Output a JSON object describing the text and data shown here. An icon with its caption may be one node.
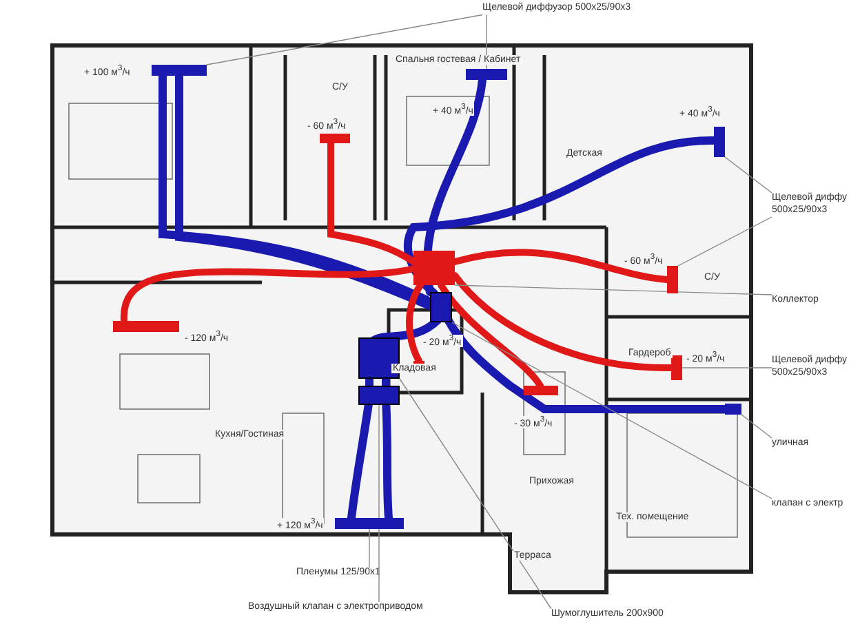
{
  "diagram": {
    "nodes": [
      {
        "text": [
          "Щелевой диффузор 500x25/90x3"
        ]
      },
      {
        "text": [
          "Щелевой диффу 500x25/90x3"
        ]
      },
      {
        "text": [
          "Коллектор"
        ]
      },
      {
        "text": [
          "Щелевой диффу 500x25/90x3"
        ]
      },
      {
        "text": [
          "уличная"
        ]
      },
      {
        "text": [
          "клапан с электр"
        ]
      },
      {
        "text": [
          "Шумоглушитель 200x900"
        ]
      },
      {
        "text": [
          "Воздушный клапан с электроприводом"
        ]
      },
      {
        "text": [
          "Пленумы 125/90x1"
        ]
      },
      {
        "text": [],
        "shape": "bar",
        "beside": [
          "+ 100 м$^{3}$/ч"
        ]
      },
      {
        "text": [],
        "shape": "bar",
        "beside": [
          "+ 40 м$^{3}$/ч"
        ]
      },
      {
        "text": [],
        "shape": "bar",
        "beside": [
          "+ 40 м$^{3}$/ч"
        ]
      },
      {
        "text": [],
        "shape": "bar",
        "beside": [
          "- 60 м$^{3}$/ч"
        ]
      },
      {
        "text": [],
        "shape": "bar"
      },
      {
        "text": [],
        "shape": "bar",
        "beside": [
          "- 20 м$^{3}$/ч"
        ]
      },
      {
        "text": [],
        "shape": "bar"
      },
      {
        "text": [],
        "shape": "box"
      },
      {
        "text": [],
        "shape": "box"
      },
      {
        "text": [],
        "shape": "box"
      },
      {
        "text": [],
        "shape": "bar",
        "beside": [
          "+ 120 м$^{3}$/ч"
        ]
      }
    ],
    "edges": [
      {
        "from": 0,
        "to": 10,
        "arrow": "none"
      },
      {
        "from": 0,
        "to": 9,
        "arrow": "none"
      },
      {
        "from": 1,
        "to": 11,
        "arrow": "none"
      },
      {
        "from": 1,
        "to": 12,
        "arrow": "none"
      },
      {
        "from": 2,
        "to": 13,
        "arrow": "none"
      },
      {
        "from": 3,
        "to": 14,
        "arrow": "none"
      },
      {
        "from": 4,
        "to": 15,
        "arrow": "none"
      },
      {
        "from": 5,
        "to": 16,
        "arrow": "none"
      },
      {
        "from": 6,
        "to": 17,
        "arrow": "none"
      },
      {
        "from": 7,
        "to": 18,
        "arrow": "none"
      },
      {
        "from": 8,
        "to": 19,
        "arrow": "none"
      }
    ],
    "labels": [
      "Спальня гостевая / Кабинет",
      "С/У",
      "- 60 м$^{3}$/ч",
      "Детская",
      "С/У",
      "- 120 м$^{3}$/ч",
      "- 20 м$^{3}$/ч",
      "Кладовая",
      "Гардероб",
      "Кухня/Гостиная",
      "- 30 м$^{3}$/ч",
      "Прихожая",
      "Тех. помещение",
      "Терраса"
    ]
  }
}
